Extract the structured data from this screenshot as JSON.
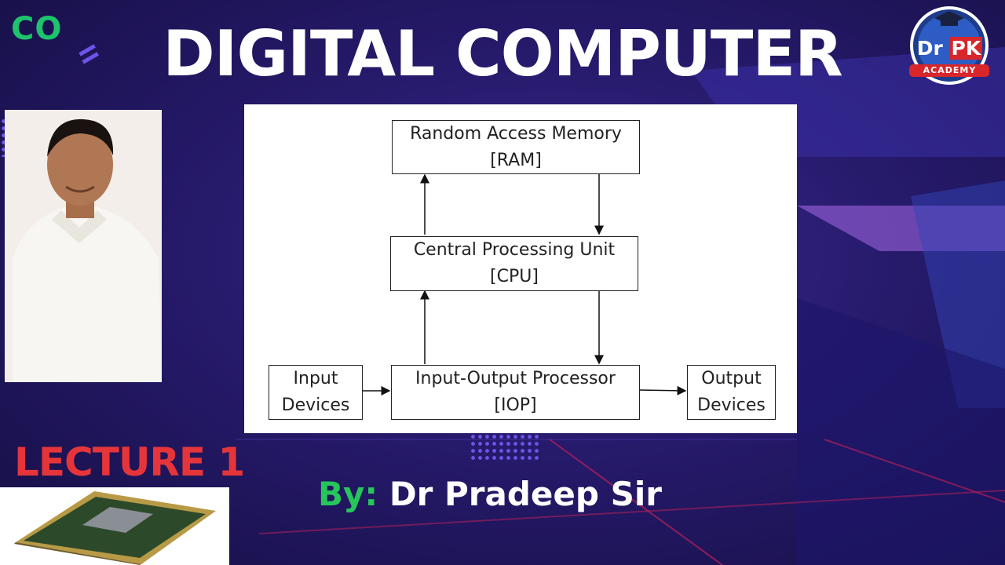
{
  "course_tag": "CO",
  "title": "DIGITAL COMPUTER",
  "logo": {
    "line1_a": "Dr",
    "line1_b": "PK",
    "line2": "ACADEMY"
  },
  "diagram": {
    "ram": {
      "line1": "Random Access Memory",
      "line2": "[RAM]"
    },
    "cpu": {
      "line1": "Central Processing Unit",
      "line2": "[CPU]"
    },
    "iop": {
      "line1": "Input-Output Processor",
      "line2": "[IOP]"
    },
    "input": {
      "line1": "Input",
      "line2": "Devices"
    },
    "output": {
      "line1": "Output",
      "line2": "Devices"
    }
  },
  "lecture": "LECTURE 1",
  "byline": {
    "by": "By:",
    "name": "Dr Pradeep Sir"
  },
  "colors": {
    "accent_green": "#27c65b",
    "lecture_red": "#e6353a",
    "background": "#261a6b"
  }
}
